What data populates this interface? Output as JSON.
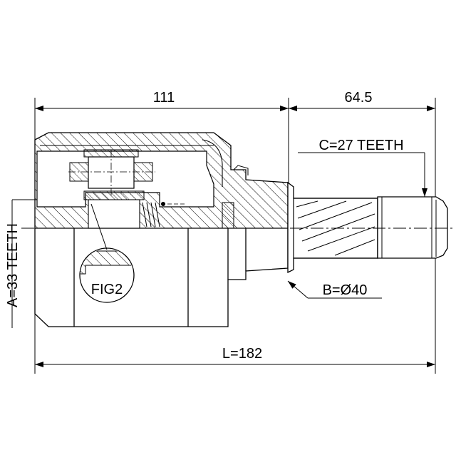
{
  "drawing": {
    "dimensions": {
      "housing_length": "111",
      "shaft_length": "64.5",
      "overall_length": "L=182"
    },
    "callouts": {
      "spline_a": "A=33 TEETH",
      "spline_c": "C=27 TEETH",
      "seal_diameter": "B=Ø40",
      "detail_ref": "FIG2"
    }
  }
}
